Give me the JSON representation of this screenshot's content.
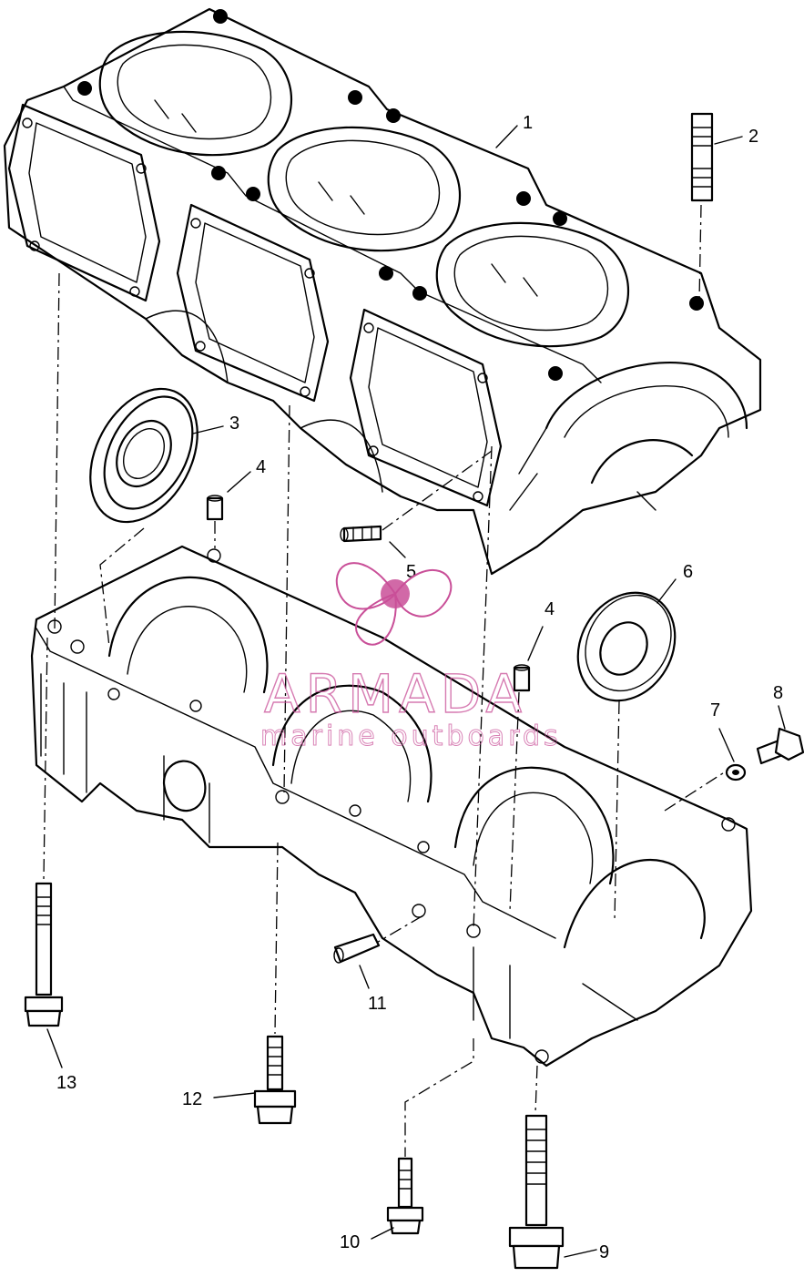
{
  "callouts": [
    {
      "id": "1",
      "label": "1"
    },
    {
      "id": "2",
      "label": "2"
    },
    {
      "id": "3",
      "label": "3"
    },
    {
      "id": "4a",
      "label": "4"
    },
    {
      "id": "4b",
      "label": "4"
    },
    {
      "id": "5",
      "label": "5"
    },
    {
      "id": "6",
      "label": "6"
    },
    {
      "id": "7",
      "label": "7"
    },
    {
      "id": "8",
      "label": "8"
    },
    {
      "id": "9",
      "label": "9"
    },
    {
      "id": "10",
      "label": "10"
    },
    {
      "id": "11",
      "label": "11"
    },
    {
      "id": "12",
      "label": "12"
    },
    {
      "id": "13",
      "label": "13"
    }
  ],
  "watermark": {
    "brand": "ARMADA",
    "tagline": "marine outboards",
    "color": "#c94f98"
  }
}
